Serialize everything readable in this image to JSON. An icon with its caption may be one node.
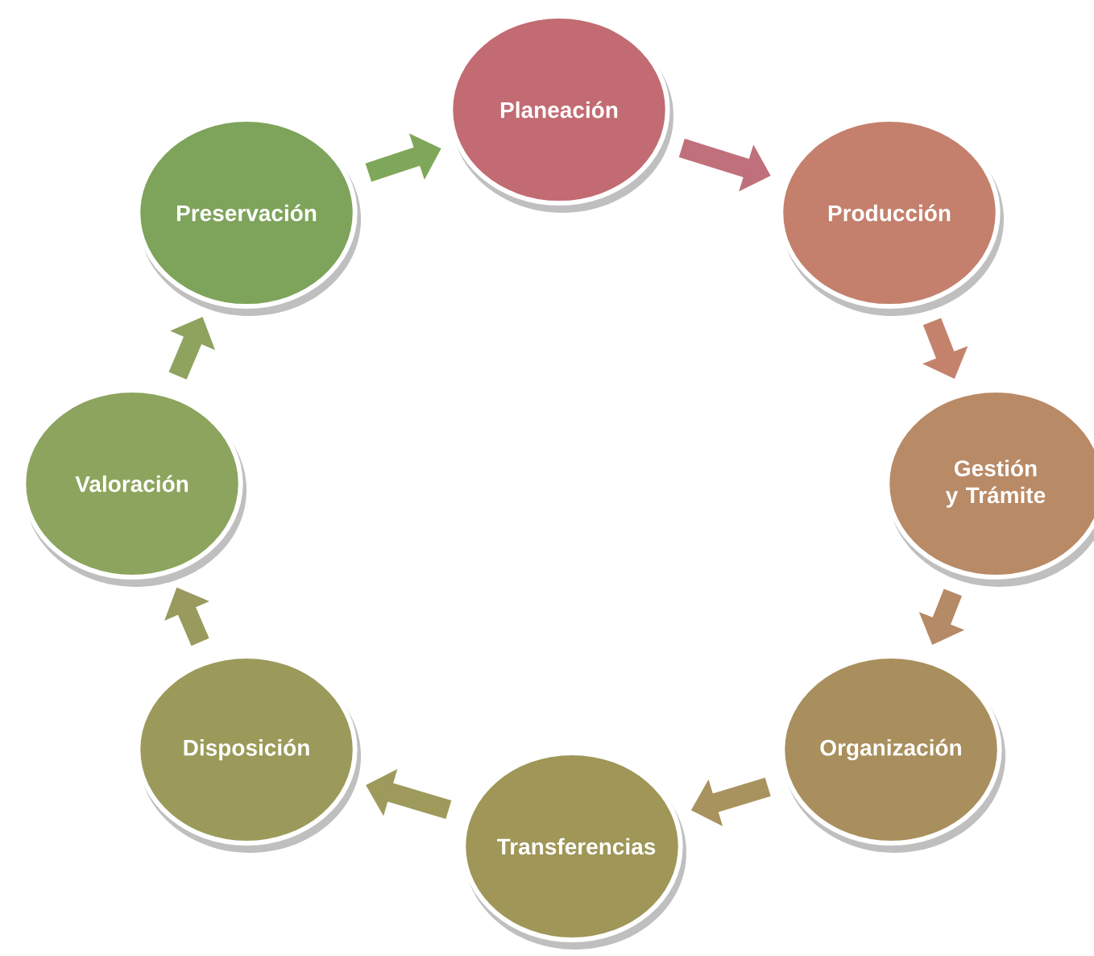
{
  "diagram": {
    "nodes": [
      {
        "text": [
          "Planeación"
        ]
      },
      {
        "text": [
          "Producción"
        ]
      },
      {
        "text": [
          "Gestión y Trámite"
        ]
      },
      {
        "text": [
          "Organización"
        ]
      },
      {
        "text": [
          "Transferencias"
        ]
      },
      {
        "text": [
          "Disposición"
        ]
      },
      {
        "text": [
          "Valoración"
        ]
      },
      {
        "text": [
          "Preservación"
        ]
      }
    ],
    "edges": [
      {
        "from": 0,
        "to": 1,
        "arrow": "to",
        "color": "#c0707a"
      },
      {
        "from": 1,
        "to": 2,
        "arrow": "to",
        "color": "#c4826c"
      },
      {
        "from": 2,
        "to": 3,
        "arrow": "to",
        "color": "#b58a66"
      },
      {
        "from": 3,
        "to": 4,
        "arrow": "to",
        "color": "#a8925e"
      },
      {
        "from": 4,
        "to": 5,
        "arrow": "to",
        "color": "#9e9a5c"
      },
      {
        "from": 5,
        "to": 6,
        "arrow": "to",
        "color": "#999a5e"
      },
      {
        "from": 6,
        "to": 7,
        "arrow": "to",
        "color": "#8ea35e"
      },
      {
        "from": 7,
        "to": 0,
        "arrow": "to",
        "color": "#7fa75a"
      }
    ]
  }
}
